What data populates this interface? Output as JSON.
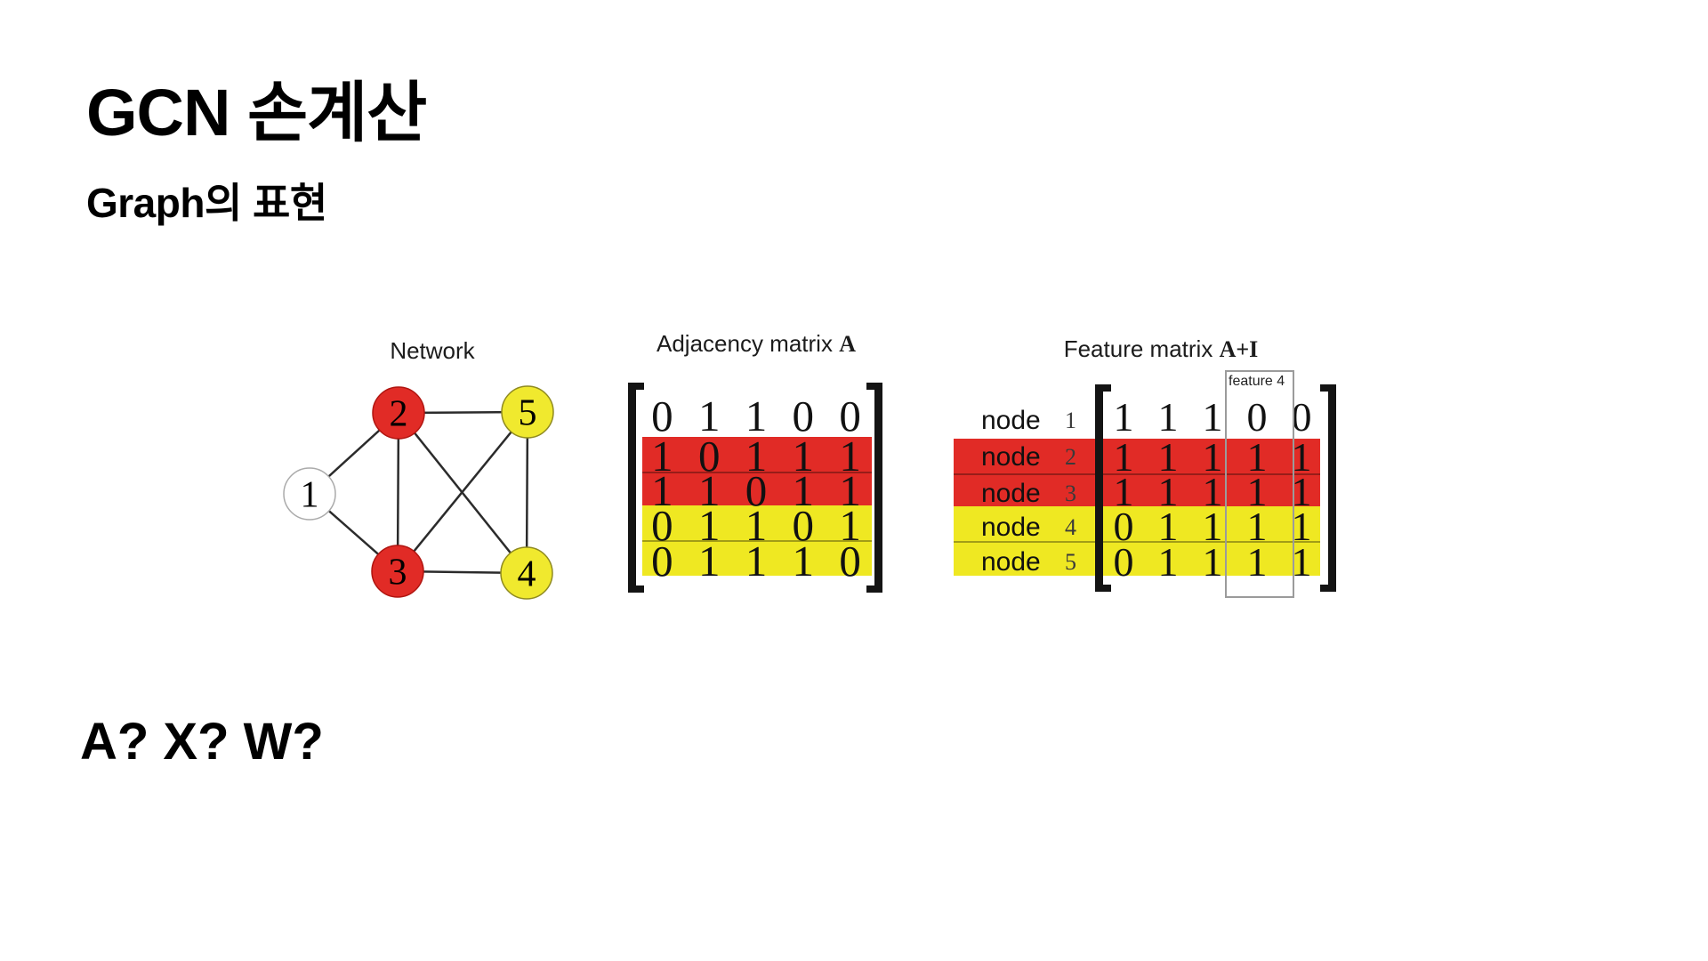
{
  "slide": {
    "title": "GCN 손계산",
    "subtitle": "Graph의 표현",
    "question": "A? X? W?"
  },
  "figure": {
    "colors": {
      "highlight_red": "#e12b26",
      "highlight_yellow": "#efe822",
      "node_red": "#e12b26",
      "node_yellow": "#f0e92e",
      "node_white": "#ffffff"
    },
    "network": {
      "label": "Network",
      "nodes": [
        {
          "id": "1",
          "color": "#ffffff"
        },
        {
          "id": "2",
          "color": "#e12b26"
        },
        {
          "id": "3",
          "color": "#e12b26"
        },
        {
          "id": "4",
          "color": "#f0e92e"
        },
        {
          "id": "5",
          "color": "#f0e92e"
        }
      ],
      "edges": [
        "1-2",
        "1-3",
        "2-3",
        "2-4",
        "2-5",
        "3-4",
        "3-5",
        "4-5"
      ]
    },
    "adjacency": {
      "title": "Adjacency matrix",
      "symbol": "A",
      "rows": [
        [
          "0",
          "1",
          "1",
          "0",
          "0"
        ],
        [
          "1",
          "0",
          "1",
          "1",
          "1"
        ],
        [
          "1",
          "1",
          "0",
          "1",
          "1"
        ],
        [
          "0",
          "1",
          "1",
          "0",
          "1"
        ],
        [
          "0",
          "1",
          "1",
          "1",
          "0"
        ]
      ]
    },
    "feature": {
      "title": "Feature matrix",
      "symbol": "A+I",
      "column_callout": "feature 4",
      "row_labels": [
        {
          "word": "node",
          "num": "1"
        },
        {
          "word": "node",
          "num": "2"
        },
        {
          "word": "node",
          "num": "3"
        },
        {
          "word": "node",
          "num": "4"
        },
        {
          "word": "node",
          "num": "5"
        }
      ],
      "rows": [
        [
          "1",
          "1",
          "1",
          "0",
          "0"
        ],
        [
          "1",
          "1",
          "1",
          "1",
          "1"
        ],
        [
          "1",
          "1",
          "1",
          "1",
          "1"
        ],
        [
          "0",
          "1",
          "1",
          "1",
          "1"
        ],
        [
          "0",
          "1",
          "1",
          "1",
          "1"
        ]
      ]
    }
  }
}
